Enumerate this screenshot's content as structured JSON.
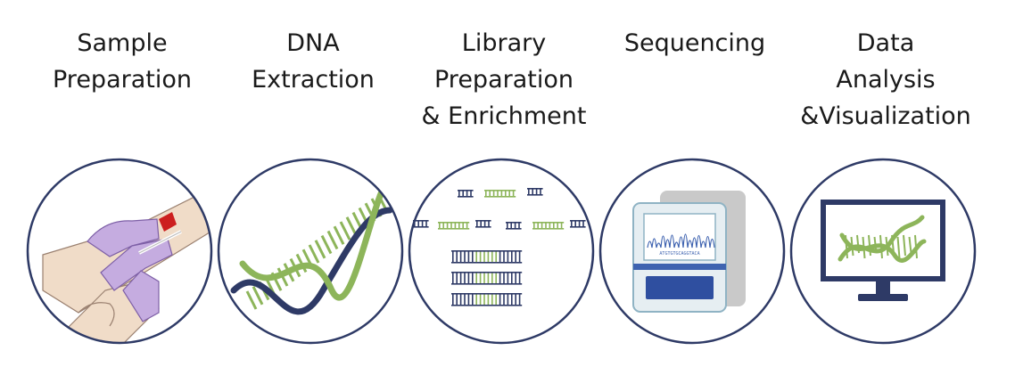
{
  "steps": [
    {
      "lines": [
        "Sample",
        "Preparation"
      ],
      "icon": "blood-draw-icon"
    },
    {
      "lines": [
        "DNA",
        "Extraction"
      ],
      "icon": "dna-helix-icon"
    },
    {
      "lines": [
        "Library",
        "Preparation",
        "& Enrichment"
      ],
      "icon": "dna-fragments-icon"
    },
    {
      "lines": [
        "Sequencing"
      ],
      "icon": "sequencer-icon"
    },
    {
      "lines": [
        "Data",
        "Analysis",
        "&Visualization"
      ],
      "icon": "monitor-dna-icon"
    }
  ],
  "sequencer_readout": "ATGTGTGCAGGTACA",
  "colors": {
    "circle": "#2e3a66",
    "green": "#8db55a",
    "navy": "#2e3a66",
    "glove": "#b89ad8",
    "blood": "#cc1f1f",
    "blue": "#3f63b0"
  }
}
